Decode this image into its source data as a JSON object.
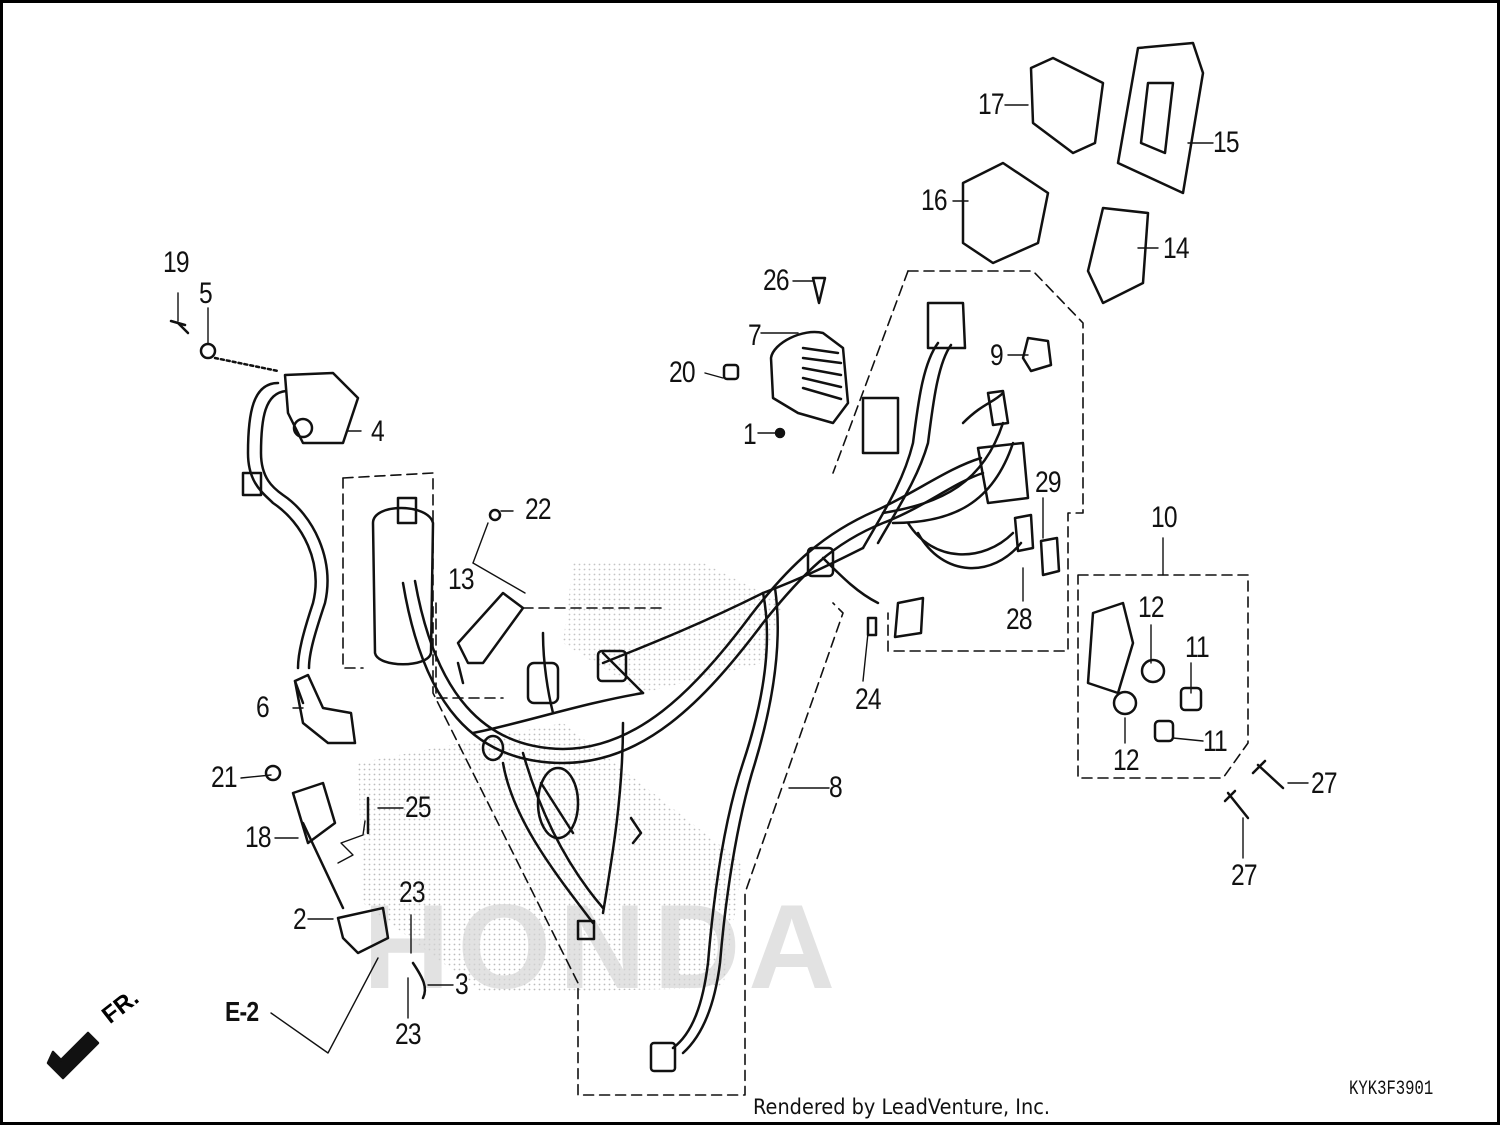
{
  "labels": {
    "p1": "1",
    "p2": "2",
    "p3": "3",
    "p4": "4",
    "p5": "5",
    "p6": "6",
    "p7": "7",
    "p8": "8",
    "p9": "9",
    "p10": "10",
    "p11a": "11",
    "p11b": "11",
    "p12a": "12",
    "p12b": "12",
    "p13": "13",
    "p14": "14",
    "p15": "15",
    "p16": "16",
    "p17": "17",
    "p18": "18",
    "p19": "19",
    "p20": "20",
    "p21": "21",
    "p22": "22",
    "p23a": "23",
    "p23b": "23",
    "p24": "24",
    "p25": "25",
    "p26": "26",
    "p27a": "27",
    "p27b": "27",
    "p28": "28",
    "p29": "29"
  },
  "reference": "E-2",
  "direction": "FR.",
  "diagram_code": "KYK3F3901",
  "credit": "Rendered by LeadVenture, Inc.",
  "watermark": "HONDA"
}
